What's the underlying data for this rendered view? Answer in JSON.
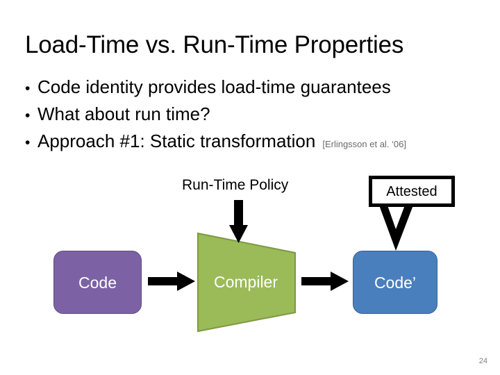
{
  "slide": {
    "title": "Load-Time vs. Run-Time Properties",
    "page_number": "24",
    "background_color": "#ffffff"
  },
  "bullets": [
    {
      "mark": "•",
      "text": "Code identity provides load-time guarantees",
      "citation": ""
    },
    {
      "mark": "•",
      "text": "What about run time?",
      "citation": ""
    },
    {
      "mark": "•",
      "text": "Approach #1: Static transformation",
      "citation": "[Erlingsson et al. ‘06]"
    }
  ],
  "diagram": {
    "policy_caption": "Run-Time Policy",
    "nodes": [
      {
        "id": "code",
        "label": "Code",
        "shape": "rounded-rect",
        "fill": "#7c62a5",
        "stroke": "#5f4a80",
        "text_color": "#ffffff"
      },
      {
        "id": "compiler",
        "label": "Compiler",
        "shape": "trapezoid",
        "fill": "#9bbb59",
        "stroke": "#7d9942",
        "text_color": "#ffffff"
      },
      {
        "id": "codeprime",
        "label": "Code’",
        "shape": "rounded-rect",
        "fill": "#4a7fbe",
        "stroke": "#35618f",
        "text_color": "#ffffff"
      }
    ],
    "callout": {
      "label": "Attested",
      "fill": "#ffffff",
      "stroke": "#000000",
      "text_color": "#000000"
    },
    "arrows": [
      {
        "id": "code-to-compiler",
        "direction": "right",
        "color": "#000000"
      },
      {
        "id": "compiler-to-codeprime",
        "direction": "right",
        "color": "#000000"
      },
      {
        "id": "policy-to-compiler",
        "direction": "down",
        "color": "#000000"
      }
    ]
  }
}
